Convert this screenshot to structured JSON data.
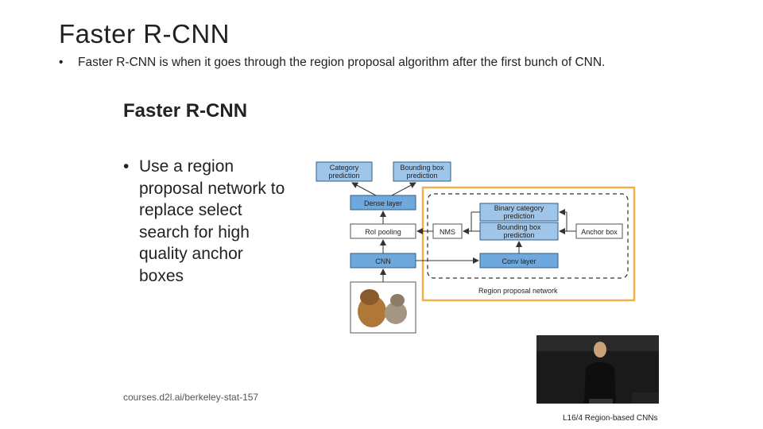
{
  "slide": {
    "title": "Faster R-CNN",
    "bullet": "Faster R-CNN is when it goes through the region proposal algorithm after the first bunch of CNN."
  },
  "lecture": {
    "title": "Faster R-CNN",
    "bullet": "Use a region proposal network to replace select search for high quality anchor boxes",
    "source": "courses.d2l.ai/berkeley-stat-157",
    "label": "L16/4 Region-based CNNs"
  },
  "diagram": {
    "category_prediction": [
      "Category",
      "prediction"
    ],
    "bounding_box_prediction": [
      "Bounding box",
      "prediction"
    ],
    "dense_layer": "Dense layer",
    "roi_pooling": "RoI pooling",
    "cnn": "CNN",
    "nms": "NMS",
    "binary_category_prediction": [
      "Binary category",
      "prediction"
    ],
    "bounding_box_prediction_rpn": [
      "Bounding box",
      "prediction"
    ],
    "anchor_box": "Anchor box",
    "conv_layer": "Conv layer",
    "region_proposal_network": "Region proposal network"
  },
  "colors": {
    "blue_box": "#6fa8dc",
    "blue_border": "#2f5e8a",
    "rpn_border": "#f0b14a"
  }
}
